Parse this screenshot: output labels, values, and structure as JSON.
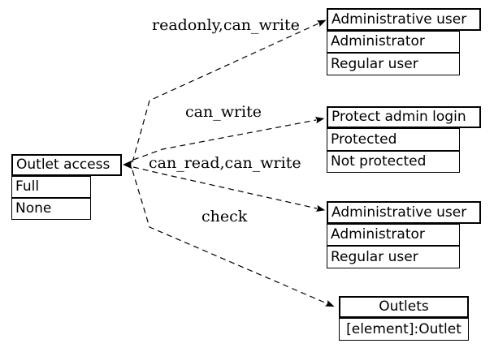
{
  "diagram": {
    "colors": {
      "stroke": "#000000",
      "background": "#ffffff"
    },
    "source_node": {
      "title": "Outlet access",
      "values": [
        "Full",
        "None"
      ]
    },
    "edges": [
      {
        "label": "readonly,can_write",
        "target": "Administrative user"
      },
      {
        "label": "can_write",
        "target": "Protect admin login"
      },
      {
        "label": "can_read,can_write",
        "target": "Administrative user"
      },
      {
        "label": "check",
        "target": "Outlets"
      }
    ],
    "target_nodes": [
      {
        "title": "Administrative user",
        "values": [
          "Administrator",
          "Regular user"
        ]
      },
      {
        "title": "Protect admin login",
        "values": [
          "Protected",
          "Not protected"
        ]
      },
      {
        "title": "Administrative user",
        "values": [
          "Administrator",
          "Regular user"
        ]
      },
      {
        "title": "Outlets",
        "values": [
          "[element]:Outlet"
        ]
      }
    ]
  }
}
